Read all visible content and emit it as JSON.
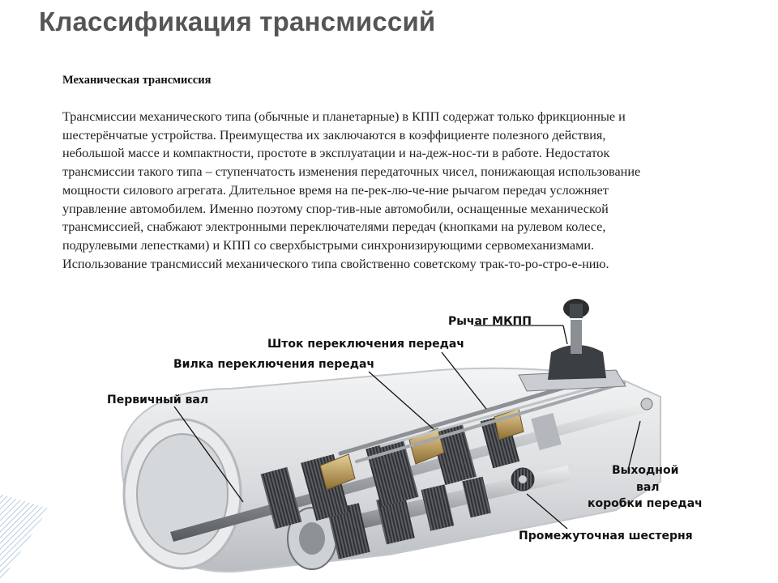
{
  "slide": {
    "title": "Классификация трансмиссий"
  },
  "section": {
    "heading": "Механическая трансмиссия",
    "body_lines": [
      "Трансмиссии механического типа (обычные и планетарные) в КПП содержат только фрикционные и",
      "шестерёнчатые устройства. Преимущества их заключаются в коэффициенте полезного действия,",
      "небольшой массе и компактности, простоте в эксплуатации и на-деж-нос-ти в работе. Недостаток",
      "трансмиссии такого типа – ступенчатость изменения передаточных чисел, понижающая использование",
      "мощности силового агрегата. Длительное время на пе-рек-лю-че-ние рычагом передач усложняет",
      "управление автомобилем. Именно поэтому спор-тив-ные автомобили, оснащенные механической",
      "трансмиссией, снабжают электронными переключателями передач (кнопками на рулевом колесе,",
      "подрулевыми лепестками) и КПП со сверхбыстрыми синхронизирующими сервомеханизмами.",
      "Использование трансмиссий механического типа свойственно советскому трак-то-ро-стро-е-нию."
    ]
  },
  "figure": {
    "labels": {
      "lever": "Рычаг МКПП",
      "shift_rod": "Шток переключения передач",
      "shift_fork": "Вилка переключения передач",
      "input_shaft": "Первичный вал",
      "output_line1": "Выходной",
      "output_line2": "вал",
      "output_line3": "коробки передач",
      "intermediate_gear": "Промежуточная шестерня"
    },
    "colors": {
      "housing": "#e4e6e8",
      "steel": "#9a9ea3",
      "gear_dark": "#4a4d52",
      "fork_gold": "#c9a35a"
    }
  }
}
